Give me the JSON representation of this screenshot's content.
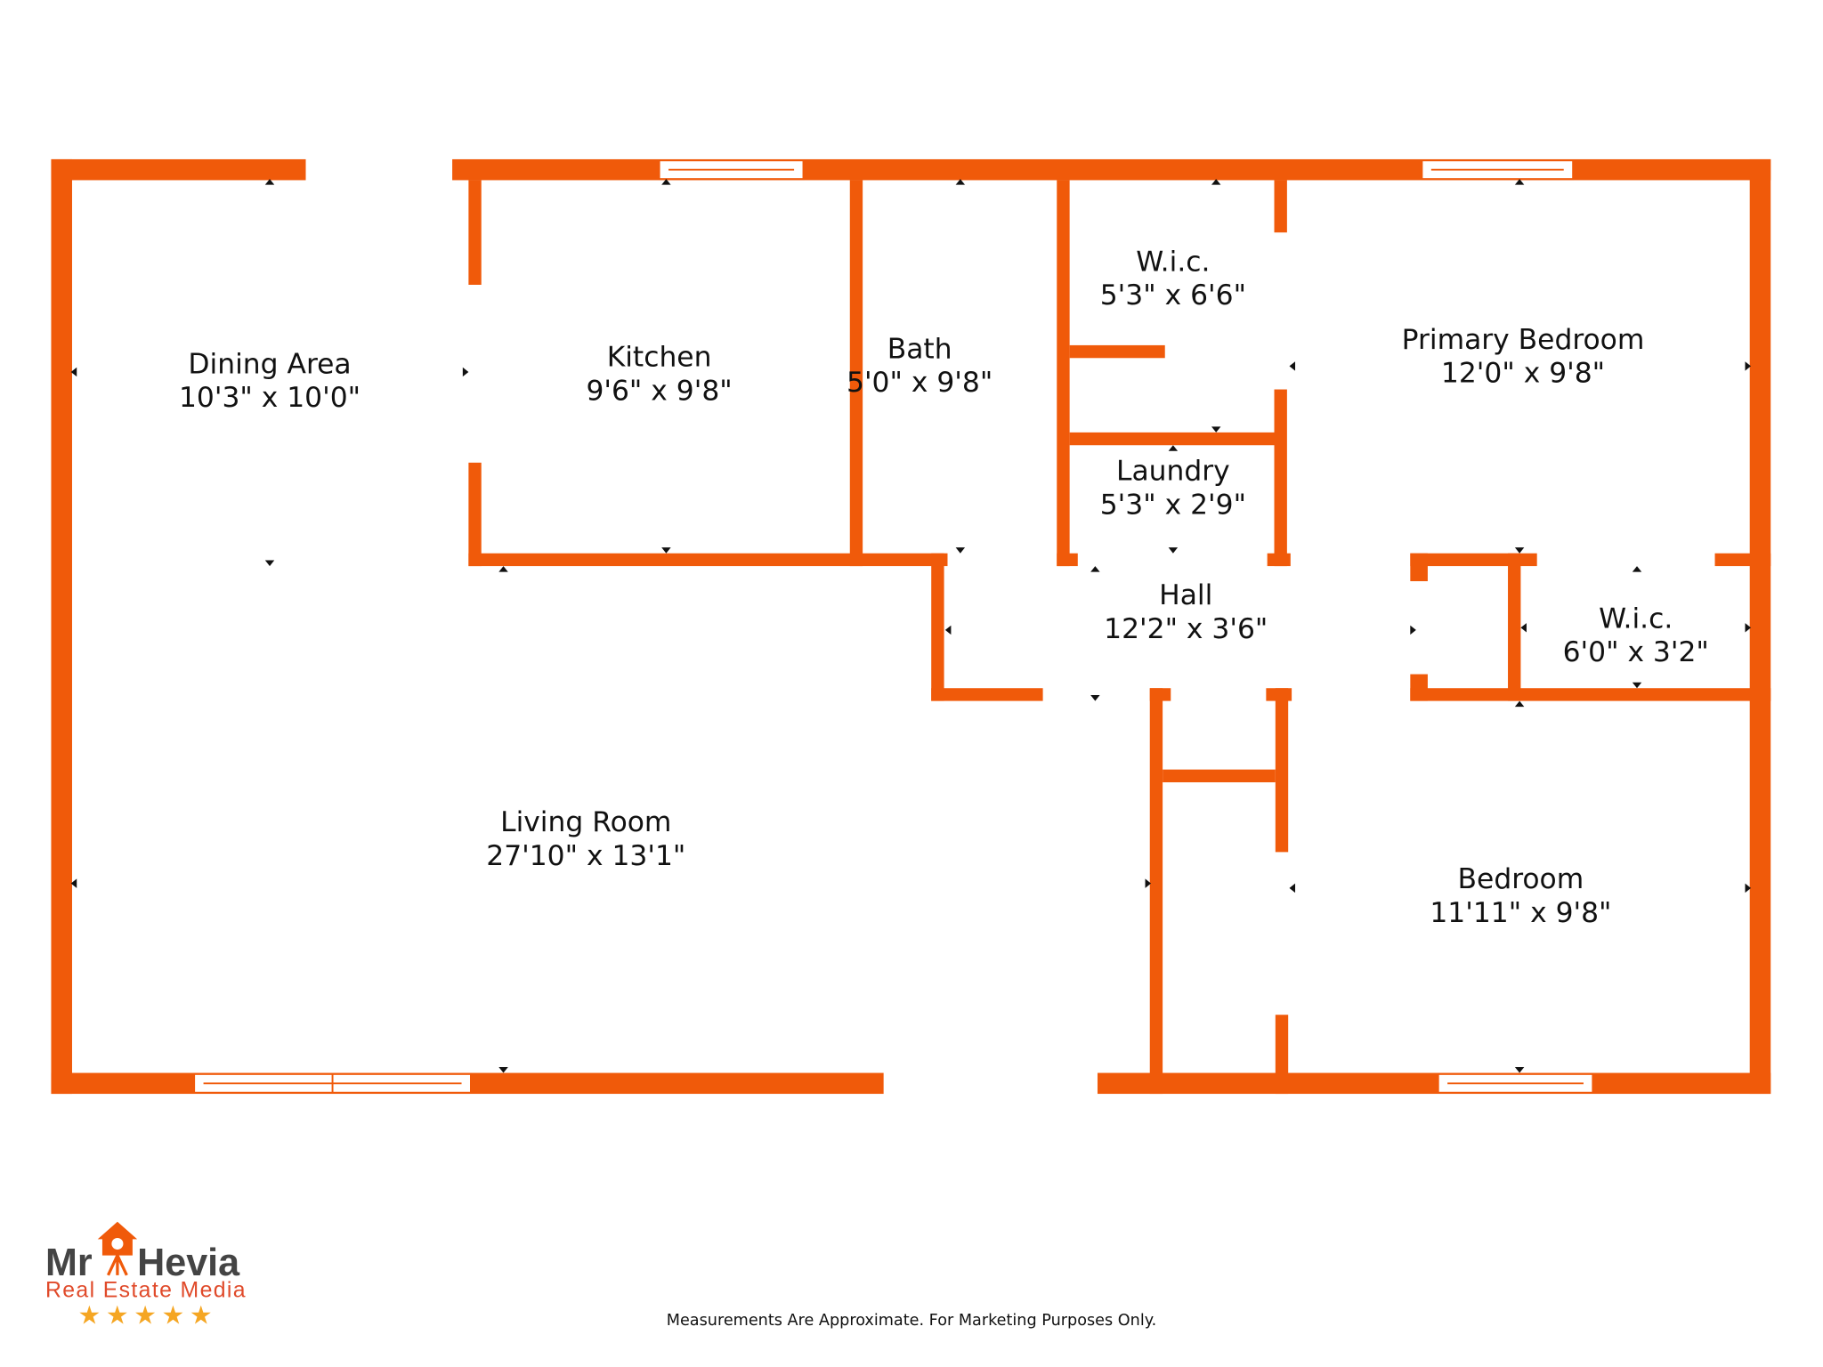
{
  "rooms": {
    "dining": {
      "name": "Dining Area",
      "dims": "10'3\" x 10'0\""
    },
    "kitchen": {
      "name": "Kitchen",
      "dims": "9'6\" x 9'8\""
    },
    "bath": {
      "name": "Bath",
      "dims": "5'0\" x 9'8\""
    },
    "wic1": {
      "name": "W.i.c.",
      "dims": "5'3\" x 6'6\""
    },
    "primary": {
      "name": "Primary Bedroom",
      "dims": "12'0\" x 9'8\""
    },
    "laundry": {
      "name": "Laundry",
      "dims": "5'3\" x 2'9\""
    },
    "hall": {
      "name": "Hall",
      "dims": "12'2\" x 3'6\""
    },
    "wic2": {
      "name": "W.i.c.",
      "dims": "6'0\" x 3'2\""
    },
    "living": {
      "name": "Living Room",
      "dims": "27'10\" x 13'1\""
    },
    "bedroom": {
      "name": "Bedroom",
      "dims": "11'11\" x 9'8\""
    }
  },
  "footer": {
    "disclaimer": "Measurements Are Approximate. For Marketing Purposes Only."
  },
  "logo": {
    "line1_a": "Mr",
    "line1_b": "Hevia",
    "line2": "Real Estate Media",
    "rating_stars": 5
  },
  "colors": {
    "wall": "#f05a0a",
    "logo_dark": "#444444",
    "logo_red": "#e04a2a",
    "star": "#f5a623"
  }
}
